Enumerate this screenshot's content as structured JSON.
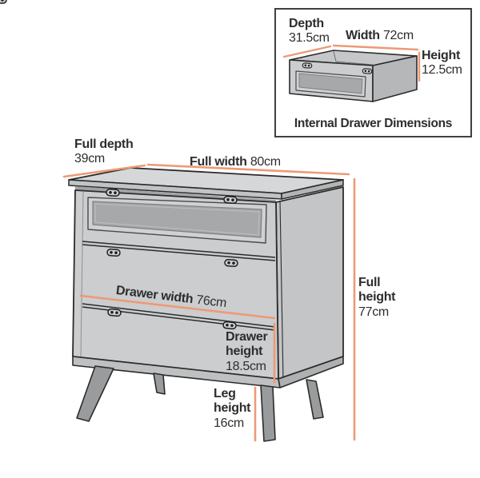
{
  "diagram": {
    "dimensions": {
      "full_depth": {
        "label": "Full depth",
        "value": "39cm"
      },
      "full_width": {
        "label": "Full width",
        "value": "80cm"
      },
      "full_height": {
        "label": "Full height",
        "value": "77cm"
      },
      "drawer_width": {
        "label": "Drawer width",
        "value": "76cm"
      },
      "drawer_height": {
        "label": "Drawer height",
        "value": "18.5cm"
      },
      "leg_height": {
        "label": "Leg height",
        "value": "16cm"
      }
    }
  },
  "inset": {
    "caption": "Internal Drawer Dimensions",
    "dimensions": {
      "depth": {
        "label": "Depth",
        "value": "31.5cm"
      },
      "width": {
        "label": "Width",
        "value": "72cm"
      },
      "height": {
        "label": "Height",
        "value": "12.5cm"
      }
    }
  },
  "colors": {
    "dimension_line": "#ec9a76",
    "outline": "#2b2b2b",
    "text": "#2d2d2e",
    "furniture_body": "#cbcdce",
    "furniture_top": "#d6d7d8",
    "furniture_side": "#c4c5c7",
    "glass_panel": "#a6a8aa",
    "leg": "#9a9b9d",
    "inset_border": "#3f4040"
  }
}
